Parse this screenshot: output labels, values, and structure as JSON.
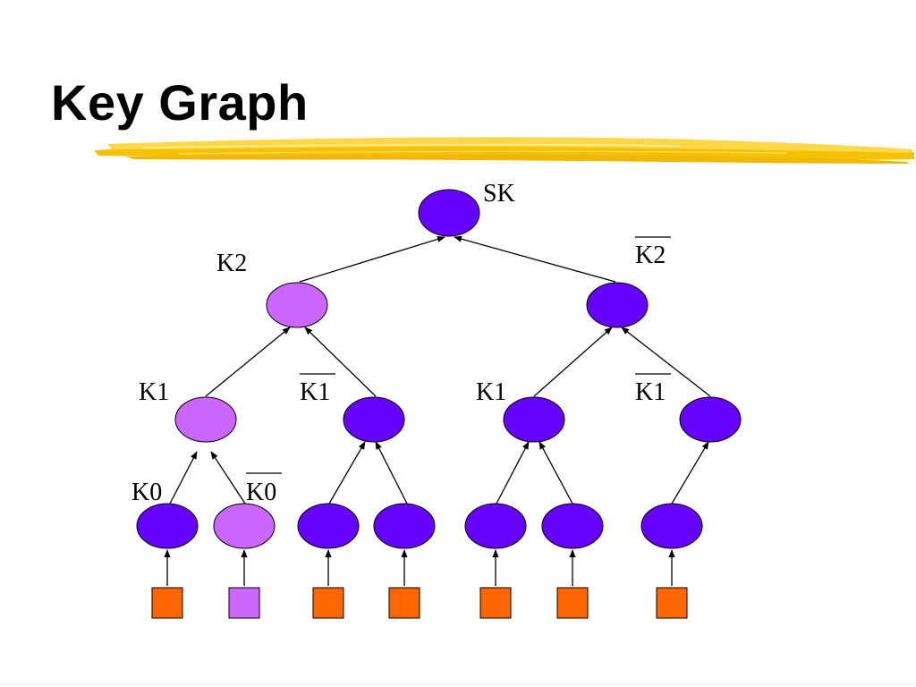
{
  "title": "Key Graph",
  "colors": {
    "dark_node": "#6600ff",
    "light_node": "#cc66ff",
    "leaf_square": "#ff6600",
    "light_square": "#cc66ff",
    "highlight_stroke": "#f5c000"
  },
  "labels": {
    "sk": "SK",
    "k2": "K2",
    "k2_bar": "K2",
    "k1_left": "K1",
    "k1_bar_left": "K1",
    "k1_right": "K1",
    "k1_bar_right": "K1",
    "k0": "K0",
    "k0_bar": "K0"
  }
}
